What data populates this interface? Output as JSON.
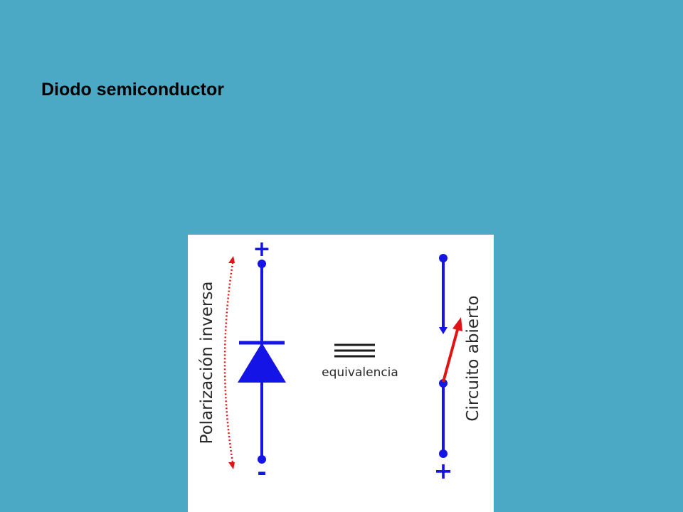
{
  "slide": {
    "title": "Diodo semiconductor",
    "background_color": "#4BA9C5"
  },
  "diagram": {
    "left": {
      "label": "Polarización inversa",
      "top_sign": "+",
      "bottom_sign": "-",
      "component": "diode-icon"
    },
    "center": {
      "label": "equivalencia",
      "symbol": "triple-bar-icon"
    },
    "right": {
      "label": "Circuito abierto",
      "bottom_sign": "+",
      "component": "open-switch-icon"
    },
    "colors": {
      "circuit": "#1414E6",
      "arrow": "#E01414",
      "text": "#2A2A2A",
      "panel": "#FFFFFF"
    }
  }
}
